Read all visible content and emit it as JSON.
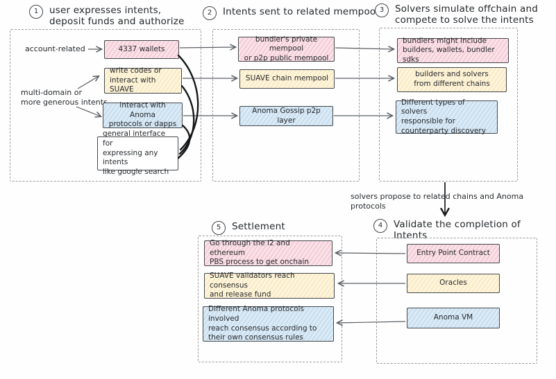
{
  "steps": {
    "s1": {
      "num": "1",
      "title": "user expresses intents,\ndeposit funds and authorize"
    },
    "s2": {
      "num": "2",
      "title": "Intents sent to related mempools"
    },
    "s3": {
      "num": "3",
      "title": "Solvers simulate offchain and\ncompete to solve the intents"
    },
    "s4": {
      "num": "4",
      "title": "Validate the completion of Intents"
    },
    "s5": {
      "num": "5",
      "title": "Settlement"
    }
  },
  "col1": {
    "label_account": "account-related",
    "label_multidomain": "multi-domain or\nmore generous intents",
    "boxes": {
      "wallets": "4337 wallets",
      "suave": "write codes or\ninteract with SUAVE",
      "anoma": "interact with Anoma\nprotocols or dapps",
      "general": "general interface for\nexpressing any intents\nlike google search"
    }
  },
  "col2": {
    "boxes": {
      "bundler": "bundler's private mempool\nor p2p public mempool",
      "suave": "SUAVE chain mempool",
      "anoma": "Anoma Gossip p2p layer"
    }
  },
  "col3": {
    "boxes": {
      "bundlers": "bundlers might include\nbuilders, wallets, bundler sdks",
      "builders": "builders and solvers\nfrom different chains",
      "solvers": "Different types of solvers\nresponsible for\ncounterparty discovery"
    }
  },
  "transition_label": "solvers propose to related chains and Anoma protocols",
  "col4": {
    "boxes": {
      "entry": "Entry Point Contract",
      "oracles": "Oracles",
      "anomavm": "Anoma VM"
    }
  },
  "col5": {
    "boxes": {
      "pbs": "Go through the l2 and ethereum\nPBS process to get onchain",
      "suave_validators": "SUAVE validators reach consensus\nand release fund",
      "anoma_protocols": "Different Anoma protocols involved\nreach consensus according to\ntheir own consensus rules"
    }
  },
  "colors": {
    "track_4337_pink": "#f4cbd6",
    "track_suave_yellow": "#faeac4",
    "track_anoma_blue": "#c6ddee",
    "stroke_dark": "#43474b",
    "dashed_container": "#9b9b9b"
  }
}
